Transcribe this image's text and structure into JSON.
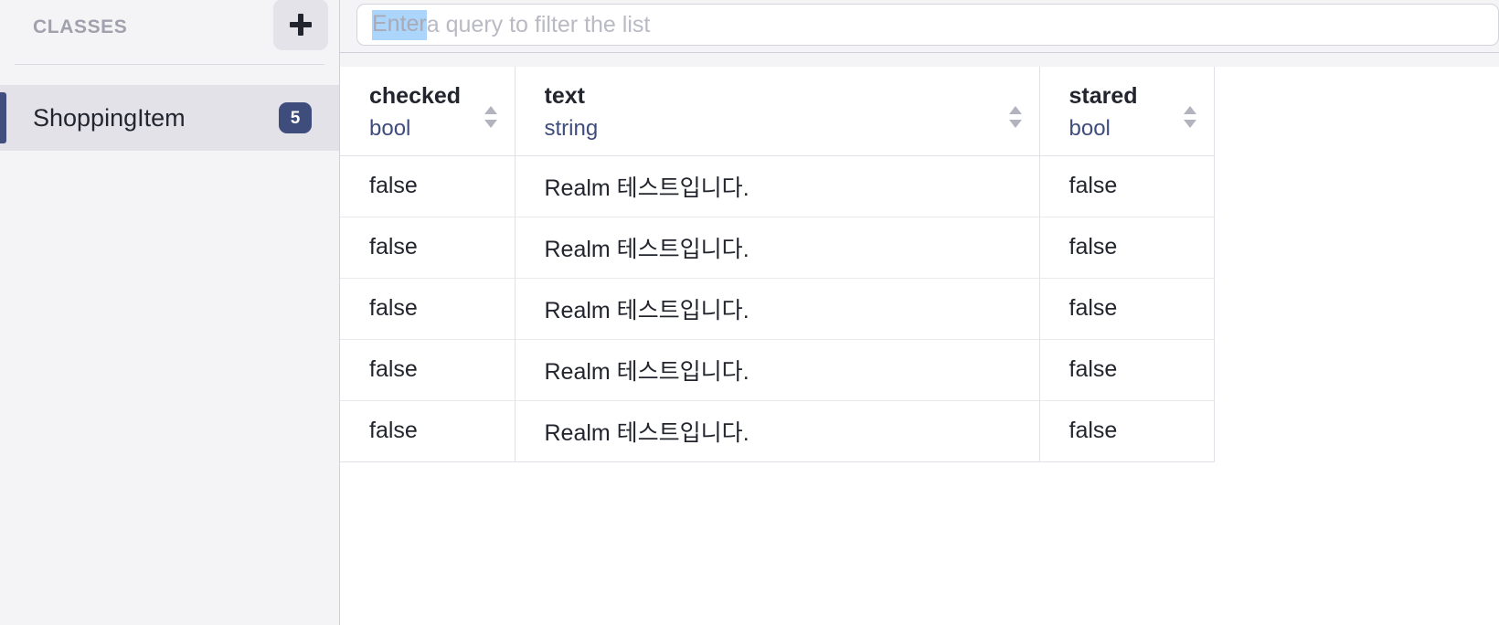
{
  "sidebar": {
    "header_title": "CLASSES",
    "add_button_label": "+",
    "classes": [
      {
        "name": "ShoppingItem",
        "count": "5",
        "selected": true
      }
    ]
  },
  "toolbar": {
    "query_value": "",
    "query_placeholder": "Enter a query to filter the list",
    "placeholder_selected_word": "Enter",
    "placeholder_rest": " a query to filter the list"
  },
  "table": {
    "columns": [
      {
        "name": "checked",
        "type": "bool",
        "sortable": true
      },
      {
        "name": "text",
        "type": "string",
        "sortable": true
      },
      {
        "name": "stared",
        "type": "bool",
        "sortable": true
      }
    ],
    "rows": [
      {
        "checked": "false",
        "text": "Realm 테스트입니다.",
        "stared": "false"
      },
      {
        "checked": "false",
        "text": "Realm 테스트입니다.",
        "stared": "false"
      },
      {
        "checked": "false",
        "text": "Realm 테스트입니다.",
        "stared": "false"
      },
      {
        "checked": "false",
        "text": "Realm 테스트입니다.",
        "stared": "false"
      },
      {
        "checked": "false",
        "text": "Realm 테스트입니다.",
        "stared": "false"
      }
    ]
  },
  "colors": {
    "accent_navy": "#3f4d7c",
    "sidebar_bg": "#f4f4f7",
    "selected_row_bg": "#e2e2e8",
    "type_text": "#3f4d7c",
    "selection_highlight": "#abd5fb"
  }
}
